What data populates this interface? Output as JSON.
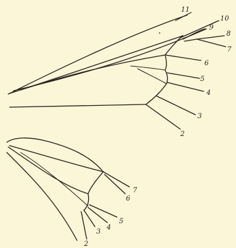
{
  "forewing": {
    "vein_labels": [
      "11",
      "10",
      "9",
      "8",
      "7",
      "6",
      "5",
      "4",
      "3",
      "2"
    ]
  },
  "hindwing": {
    "vein_labels": [
      "7",
      "6",
      "5",
      "4",
      "3",
      "2"
    ]
  },
  "colors": {
    "paper": "#fbf6d8",
    "ink": "#2a2520"
  }
}
